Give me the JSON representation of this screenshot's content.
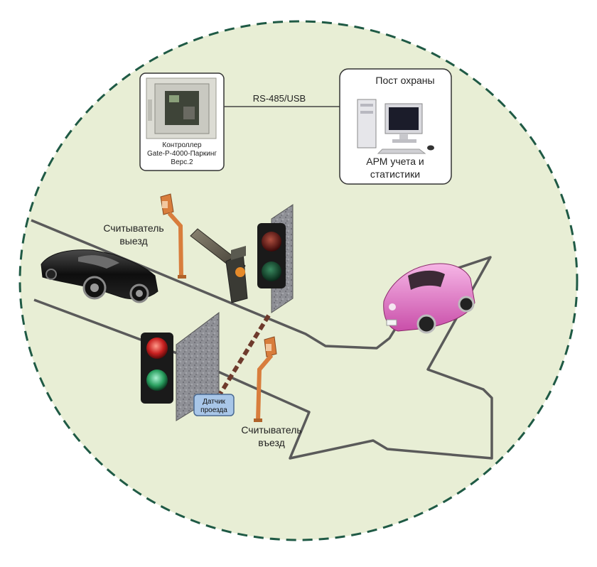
{
  "controller": {
    "line1": "Контроллер",
    "line2": "Gate-P-4000-Паркинг",
    "line3": "Верс.2"
  },
  "link": {
    "label": "RS-485/USB"
  },
  "guard_post": {
    "title": "Пост охраны",
    "line1": "АРМ учета и",
    "line2": "статистики"
  },
  "reader_exit": {
    "line1": "Считыватель",
    "line2": "выезд"
  },
  "reader_entry": {
    "line1": "Считыватель",
    "line2": "въезд"
  },
  "sensor": {
    "line1": "Датчик",
    "line2": "проезда"
  },
  "colors": {
    "background_circle": "#e8eed5",
    "circle_border": "#1f5a45",
    "road_outline": "#5a5a5a",
    "reader_post": "#d87d3c",
    "sensor_beam": "#6e3a2c",
    "sensor_box": "#a8c6e8",
    "signal_red": "#c82020",
    "signal_green": "#2aa060"
  }
}
